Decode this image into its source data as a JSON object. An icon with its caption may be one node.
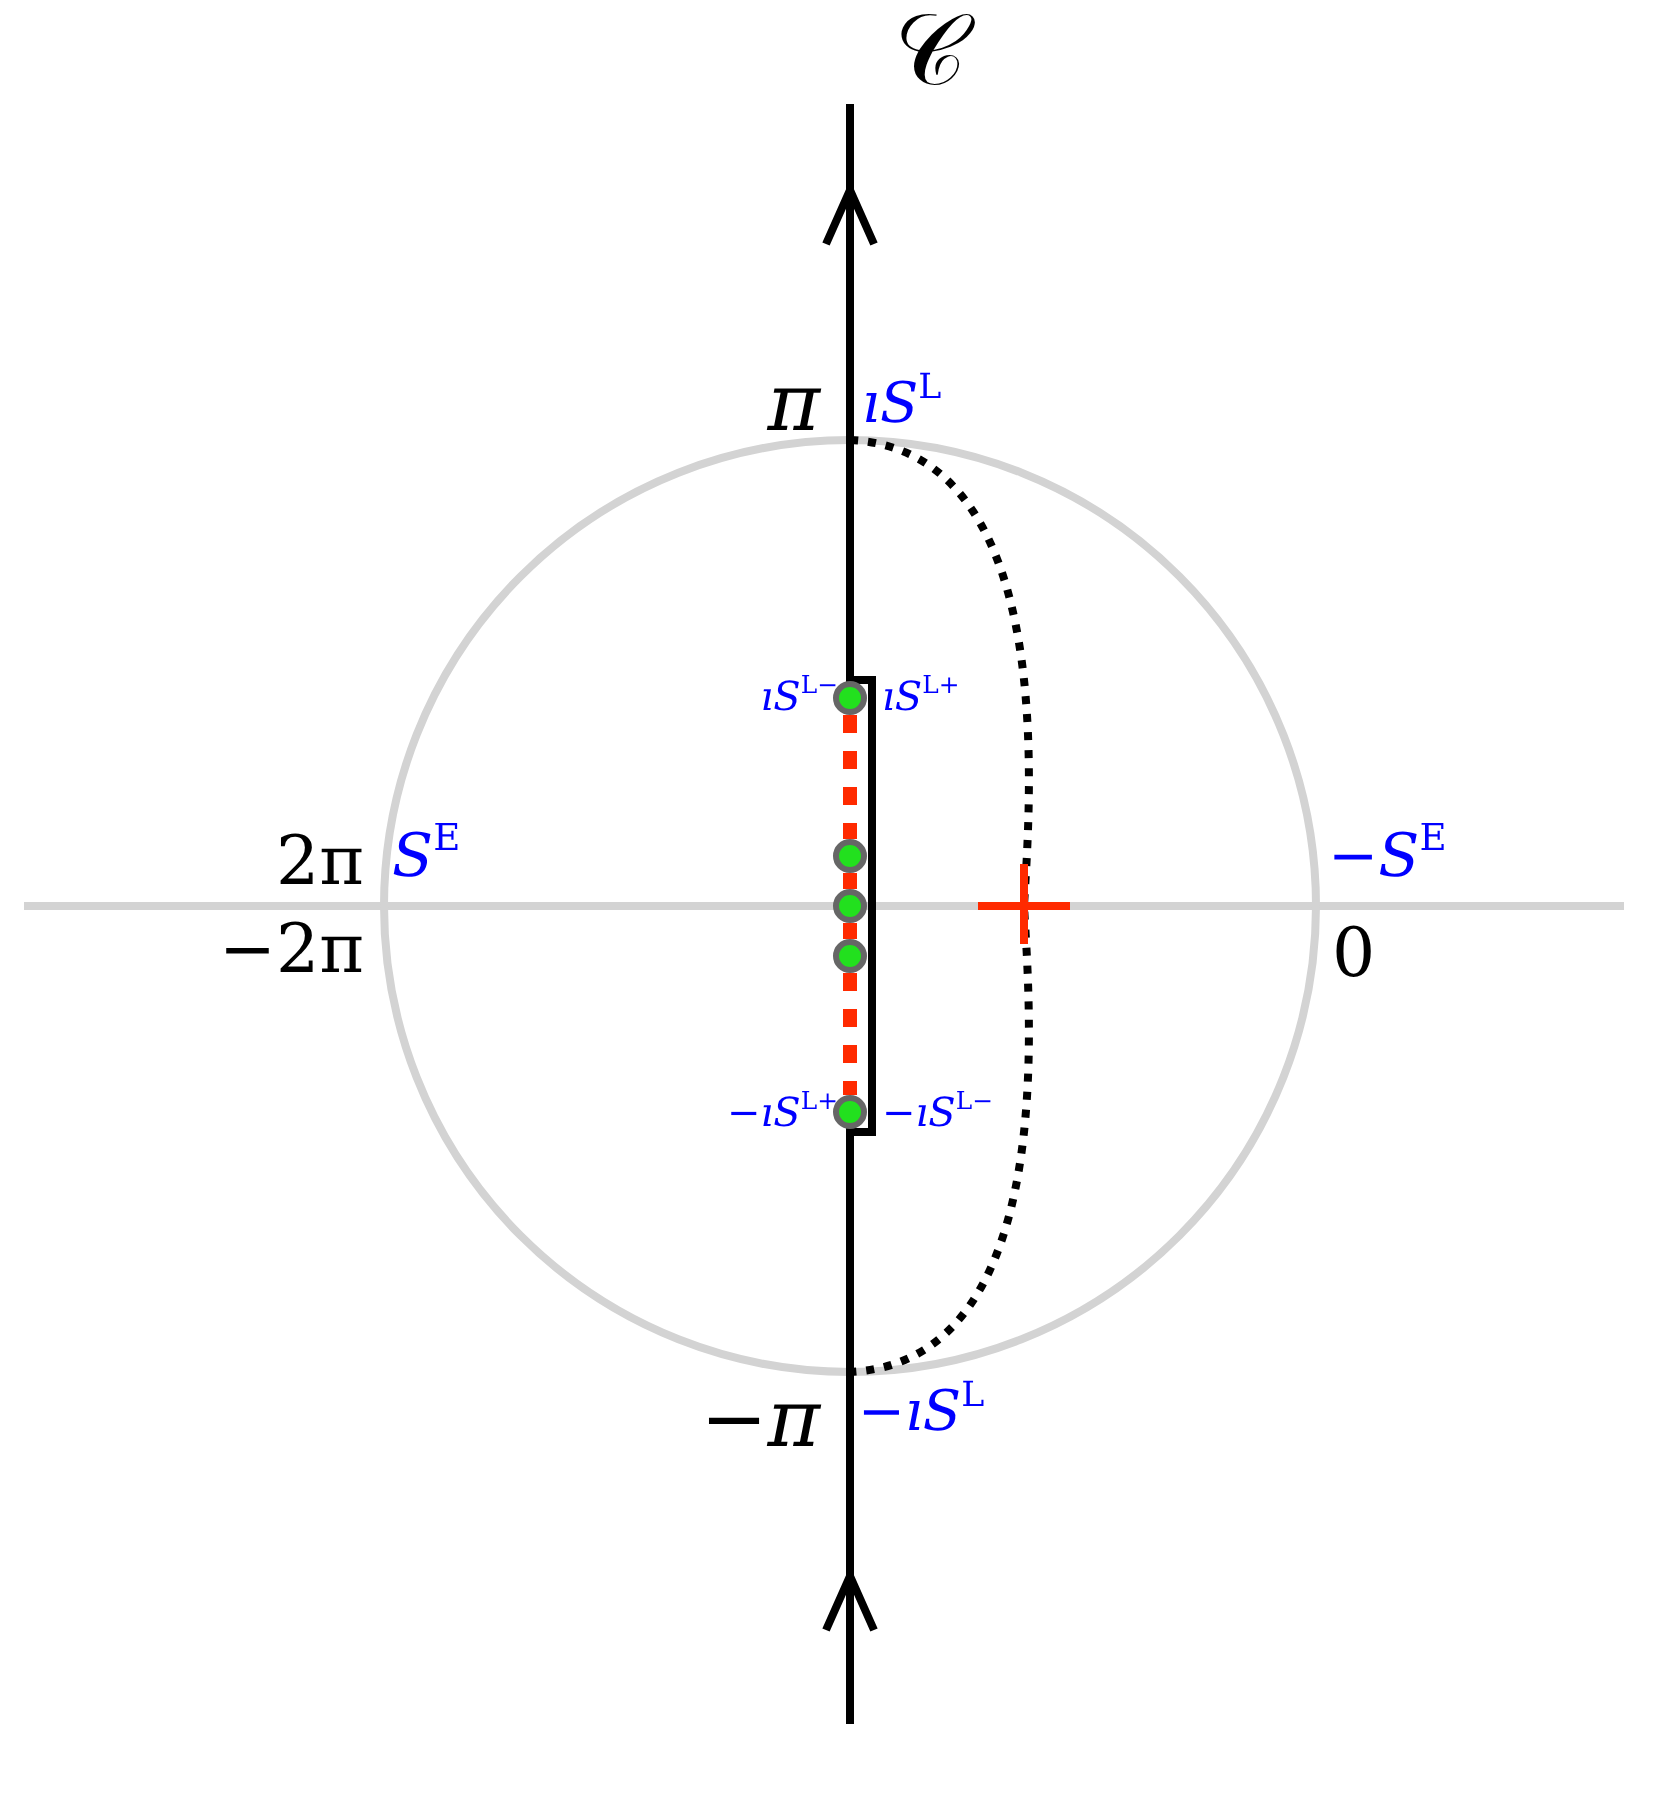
{
  "diagram": {
    "nodes": [
      {
        "text": [],
        "shape": "circle"
      },
      {
        "text": [],
        "shape": "circle"
      },
      {
        "text": [],
        "shape": "circle"
      },
      {
        "text": [],
        "shape": "circle"
      },
      {
        "text": [],
        "shape": "circle"
      }
    ],
    "edges": [
      {
        "from": 0,
        "to": 1,
        "arrow": "none",
        "style": "dashed",
        "color": "#ff2a00"
      },
      {
        "from": 1,
        "to": 2,
        "arrow": "none",
        "style": "dashed",
        "color": "#ff2a00"
      },
      {
        "from": 2,
        "to": 3,
        "arrow": "none",
        "style": "dashed",
        "color": "#ff2a00"
      },
      {
        "from": 3,
        "to": 4,
        "arrow": "none",
        "style": "dashed",
        "color": "#ff2a00"
      }
    ],
    "labels": [
      "𝒞",
      "*π*",
      "*ıS*$^{L}$",
      "*ıS*$^{L−}$",
      "*ıS*$^{L+}$",
      "2π",
      "*S*$^{E}$",
      "−*S*$^{E}$",
      "−2π",
      "0",
      "−*ıS*$^{L+}$",
      "−*ıS*$^{L−}$",
      "−*π*",
      "−*ıS*$^{L}$"
    ]
  }
}
